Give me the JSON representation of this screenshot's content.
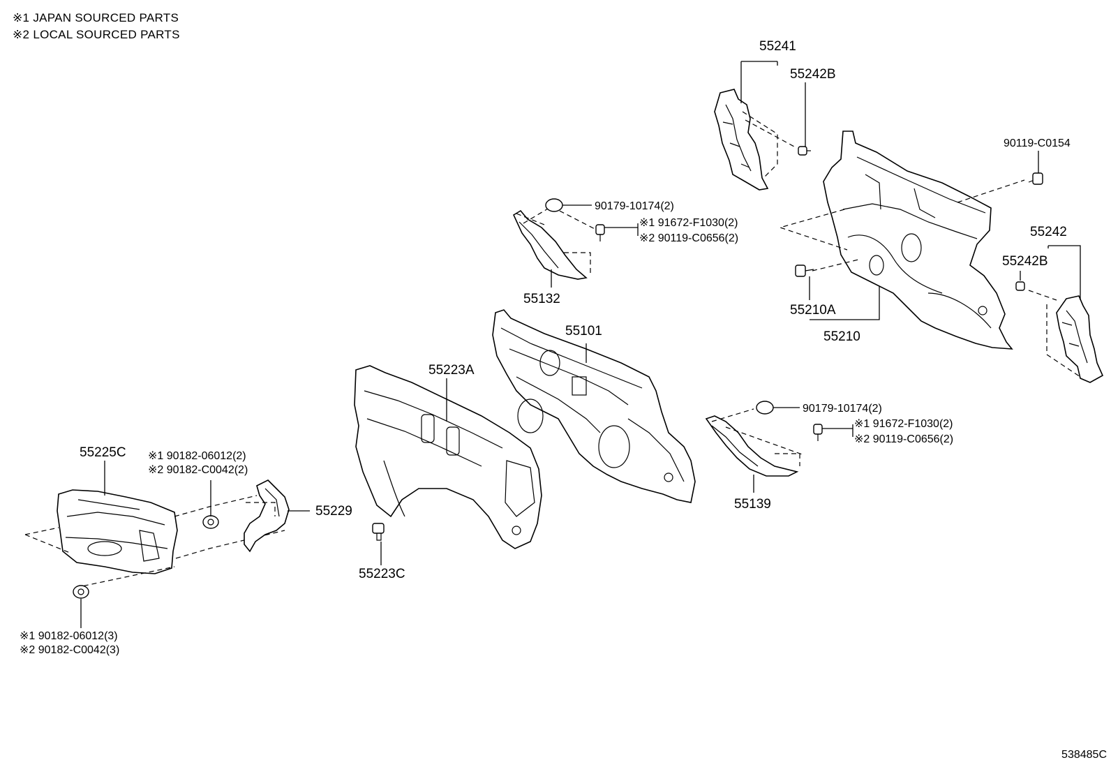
{
  "notes": {
    "japan": "※1 JAPAN SOURCED PARTS",
    "local": "※2 LOCAL SOURCED PARTS"
  },
  "labels": {
    "p55241": "55241",
    "p55242B_top": "55242B",
    "p90119_C0154": "90119-C0154",
    "p90179_top": "90179-10174(2)",
    "p91672_top": "※1 91672-F1030(2)",
    "p90119_C0656_top": "※2 90119-C0656(2)",
    "p55132": "55132",
    "p55242": "55242",
    "p55242B_right": "55242B",
    "p55210A": "55210A",
    "p55210": "55210",
    "p55101": "55101",
    "p55223A": "55223A",
    "p90179_mid": "90179-10174(2)",
    "p91672_mid": "※1 91672-F1030(2)",
    "p90119_C0656_mid": "※2 90119-C0656(2)",
    "p55139": "55139",
    "p55225C": "55225C",
    "p90182_06012_top": "※1 90182-06012(2)",
    "p90182_C0042_top": "※2 90182-C0042(2)",
    "p55229": "55229",
    "p55223C": "55223C",
    "p90182_06012_bot": "※1 90182-06012(3)",
    "p90182_C0042_bot": "※2 90182-C0042(3)"
  },
  "reference_code": "538485C"
}
